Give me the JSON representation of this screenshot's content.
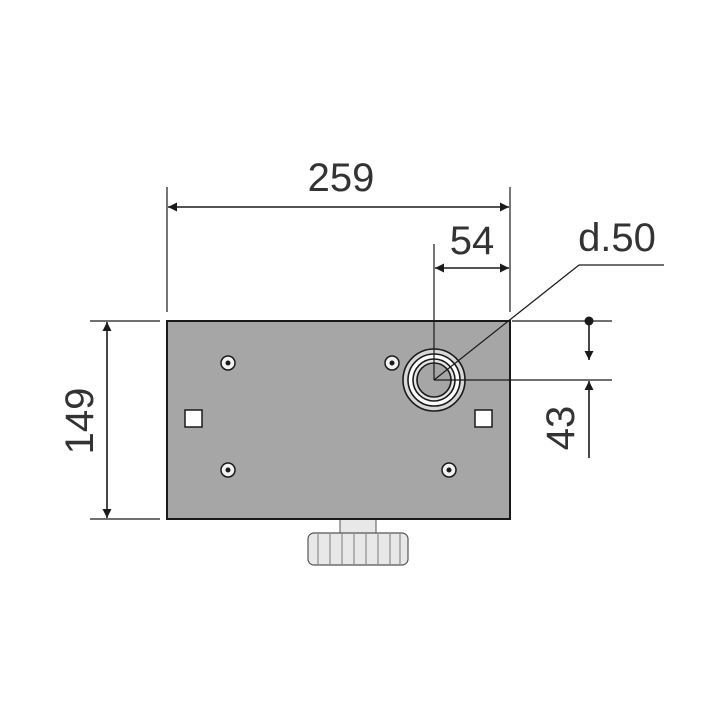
{
  "dimensions": {
    "width": "259",
    "height": "149",
    "offset_x": "54",
    "offset_y": "43",
    "diameter": "d.50"
  },
  "colors": {
    "plate": "#a6a6a6",
    "line": "#1a1a1a",
    "text": "#333333",
    "knob": "#e8e8e8"
  }
}
